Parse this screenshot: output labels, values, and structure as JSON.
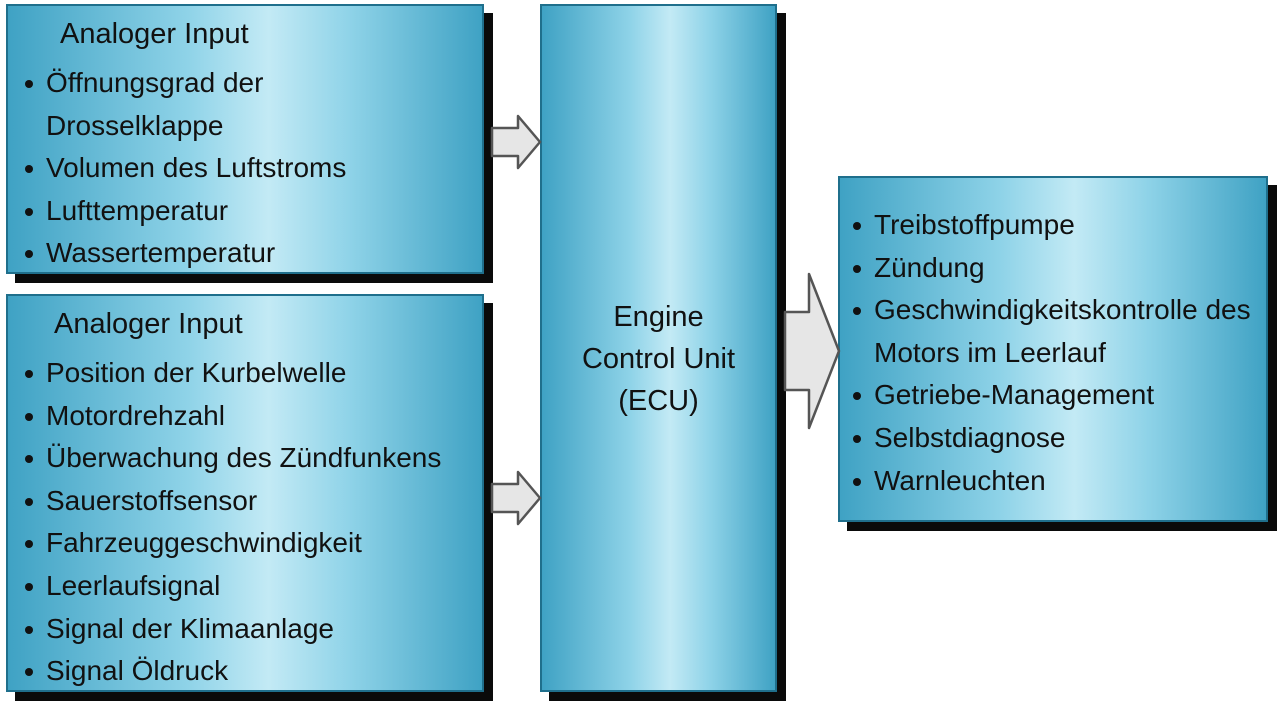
{
  "input_box_1": {
    "title": "Analoger Input",
    "items": [
      "Öffnungsgrad der Drosselklappe",
      "Volumen des Luftstroms",
      "Lufttemperatur",
      "Wassertemperatur"
    ]
  },
  "input_box_2": {
    "title": "Analoger Input",
    "items": [
      "Position der Kurbelwelle",
      "Motordrehzahl",
      "Überwachung des Zündfunkens",
      "Sauerstoffsensor",
      "Fahrzeuggeschwindigkeit",
      "Leerlaufsignal",
      "Signal der Klimaanlage",
      "Signal Öldruck"
    ]
  },
  "ecu_box": {
    "label": "Engine\nControl Unit\n(ECU)"
  },
  "output_box": {
    "items": [
      "Treibstoffpumpe",
      "Zündung",
      "Geschwindigkeitskontrolle des Motors im Leerlauf",
      "Getriebe-Management",
      "Selbstdiagnose",
      "Warnleuchten"
    ]
  },
  "colors": {
    "box_fill_dark": "#3fa2c4",
    "box_fill_light": "#c3eaf5",
    "box_border": "#1f6f8c",
    "box_shadow": "#0a0a0a",
    "arrow_fill": "#e6e6e6",
    "arrow_stroke": "#555555"
  }
}
